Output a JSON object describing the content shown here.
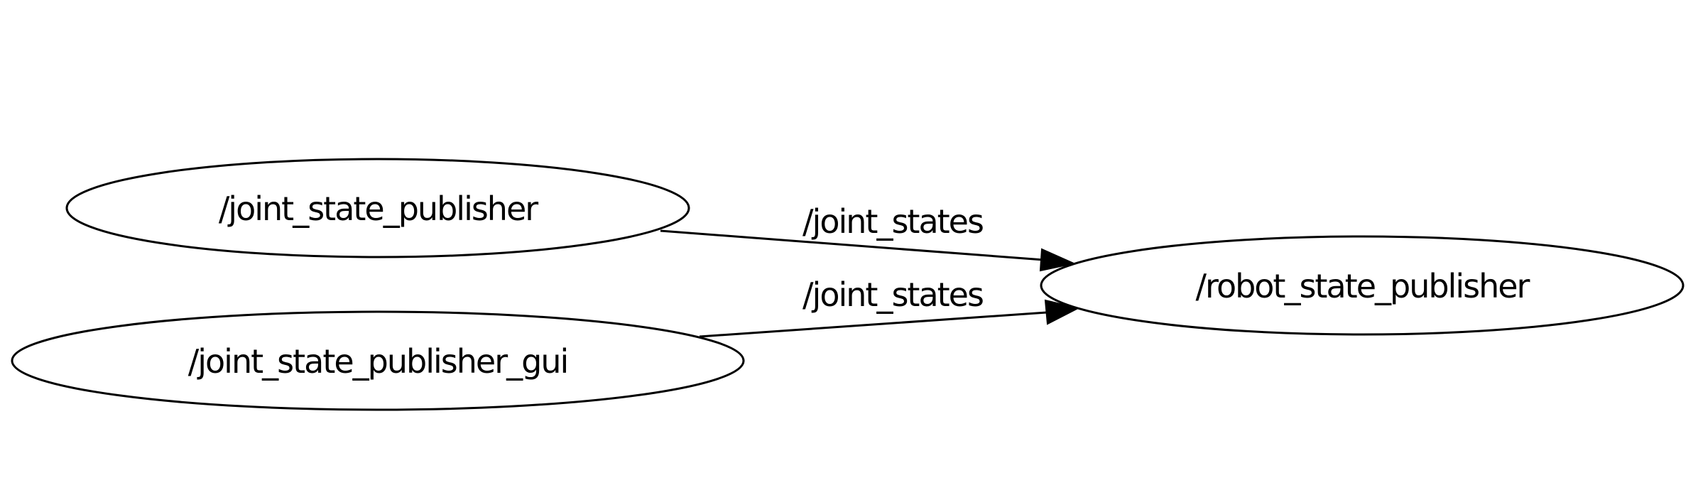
{
  "graph": {
    "nodes": [
      {
        "id": "jsp",
        "label": "/joint_state_publisher"
      },
      {
        "id": "jspg",
        "label": "/joint_state_publisher_gui"
      },
      {
        "id": "rsp",
        "label": "/robot_state_publisher"
      }
    ],
    "edges": [
      {
        "from": "jsp",
        "to": "rsp",
        "label": "/joint_states"
      },
      {
        "from": "jspg",
        "to": "rsp",
        "label": "/joint_states"
      }
    ]
  }
}
